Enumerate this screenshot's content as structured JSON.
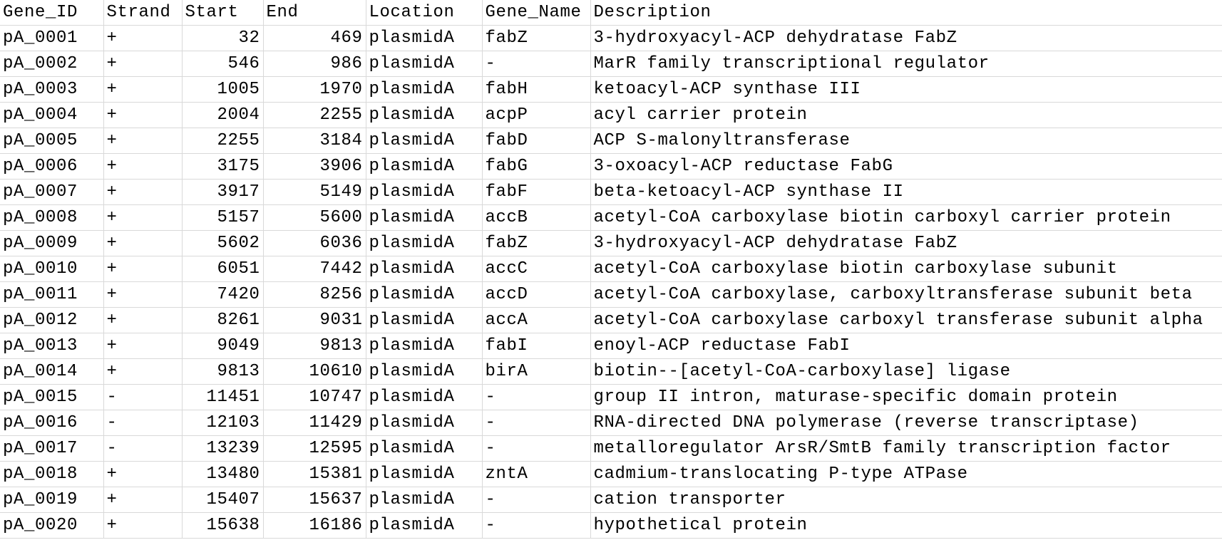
{
  "columns": [
    "Gene_ID",
    "Strand",
    "Start",
    "End",
    "Location",
    "Gene_Name",
    "Description"
  ],
  "rows": [
    [
      "pA_0001",
      "+",
      "32",
      "469",
      "plasmidA",
      "fabZ",
      "3-hydroxyacyl-ACP dehydratase FabZ"
    ],
    [
      "pA_0002",
      "+",
      "546",
      "986",
      "plasmidA",
      "-",
      "MarR family transcriptional regulator"
    ],
    [
      "pA_0003",
      "+",
      "1005",
      "1970",
      "plasmidA",
      "fabH",
      "ketoacyl-ACP synthase III"
    ],
    [
      "pA_0004",
      "+",
      "2004",
      "2255",
      "plasmidA",
      "acpP",
      "acyl carrier protein"
    ],
    [
      "pA_0005",
      "+",
      "2255",
      "3184",
      "plasmidA",
      "fabD",
      "ACP S-malonyltransferase"
    ],
    [
      "pA_0006",
      "+",
      "3175",
      "3906",
      "plasmidA",
      "fabG",
      "3-oxoacyl-ACP reductase FabG"
    ],
    [
      "pA_0007",
      "+",
      "3917",
      "5149",
      "plasmidA",
      "fabF",
      "beta-ketoacyl-ACP synthase II"
    ],
    [
      "pA_0008",
      "+",
      "5157",
      "5600",
      "plasmidA",
      "accB",
      "acetyl-CoA carboxylase biotin carboxyl carrier protein"
    ],
    [
      "pA_0009",
      "+",
      "5602",
      "6036",
      "plasmidA",
      "fabZ",
      "3-hydroxyacyl-ACP dehydratase FabZ"
    ],
    [
      "pA_0010",
      "+",
      "6051",
      "7442",
      "plasmidA",
      "accC",
      "acetyl-CoA carboxylase biotin carboxylase subunit"
    ],
    [
      "pA_0011",
      "+",
      "7420",
      "8256",
      "plasmidA",
      "accD",
      "acetyl-CoA carboxylase, carboxyltransferase subunit beta"
    ],
    [
      "pA_0012",
      "+",
      "8261",
      "9031",
      "plasmidA",
      "accA",
      "acetyl-CoA carboxylase carboxyl transferase subunit alpha"
    ],
    [
      "pA_0013",
      "+",
      "9049",
      "9813",
      "plasmidA",
      "fabI",
      "enoyl-ACP reductase FabI"
    ],
    [
      "pA_0014",
      "+",
      "9813",
      "10610",
      "plasmidA",
      "birA",
      "biotin--[acetyl-CoA-carboxylase] ligase"
    ],
    [
      "pA_0015",
      "-",
      "11451",
      "10747",
      "plasmidA",
      "-",
      "group II intron, maturase-specific domain protein"
    ],
    [
      "pA_0016",
      "-",
      "12103",
      "11429",
      "plasmidA",
      "-",
      "RNA-directed DNA polymerase (reverse transcriptase)"
    ],
    [
      "pA_0017",
      "-",
      "13239",
      "12595",
      "plasmidA",
      "-",
      "metalloregulator ArsR/SmtB family transcription factor"
    ],
    [
      "pA_0018",
      "+",
      "13480",
      "15381",
      "plasmidA",
      "zntA",
      "cadmium-translocating P-type ATPase"
    ],
    [
      "pA_0019",
      "+",
      "15407",
      "15637",
      "plasmidA",
      "-",
      "cation transporter"
    ],
    [
      "pA_0020",
      "+",
      "15638",
      "16186",
      "plasmidA",
      "-",
      "hypothetical protein"
    ]
  ]
}
